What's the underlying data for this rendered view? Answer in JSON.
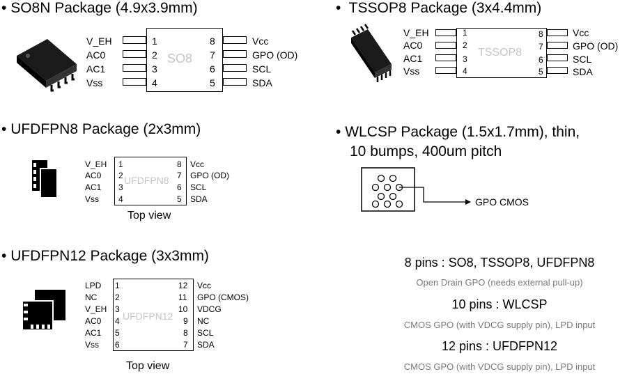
{
  "so8n": {
    "title": "SO8N Package (4.9x3.9mm)",
    "chip": "SO8",
    "left": [
      {
        "num": "1",
        "name": "V_EH"
      },
      {
        "num": "2",
        "name": "AC0"
      },
      {
        "num": "3",
        "name": "AC1"
      },
      {
        "num": "4",
        "name": "Vss"
      }
    ],
    "right": [
      {
        "num": "8",
        "name": "Vcc"
      },
      {
        "num": "7",
        "name": "GPO (OD)"
      },
      {
        "num": "6",
        "name": "SCL"
      },
      {
        "num": "5",
        "name": "SDA"
      }
    ]
  },
  "tssop8": {
    "title": "TSSOP8 Package (3x4.4mm)",
    "chip": "TSSOP8",
    "left": [
      {
        "num": "1",
        "name": "V_EH"
      },
      {
        "num": "2",
        "name": "AC0"
      },
      {
        "num": "3",
        "name": "AC1"
      },
      {
        "num": "4",
        "name": "Vss"
      }
    ],
    "right": [
      {
        "num": "8",
        "name": "Vcc"
      },
      {
        "num": "7",
        "name": "GPO (OD)"
      },
      {
        "num": "6",
        "name": "SCL"
      },
      {
        "num": "5",
        "name": "SDA"
      }
    ]
  },
  "ufdfpn8": {
    "title": "UFDFPN8 Package (2x3mm)",
    "chip": "UFDFPN8",
    "view": "Top view",
    "left": [
      {
        "num": "1",
        "name": "V_EH"
      },
      {
        "num": "2",
        "name": "AC0"
      },
      {
        "num": "3",
        "name": "AC1"
      },
      {
        "num": "4",
        "name": "Vss"
      }
    ],
    "right": [
      {
        "num": "8",
        "name": "Vcc"
      },
      {
        "num": "7",
        "name": "GPO (OD)"
      },
      {
        "num": "6",
        "name": "SCL"
      },
      {
        "num": "5",
        "name": "SDA"
      }
    ]
  },
  "wlcsp": {
    "title_line1": "WLCSP Package (1.5x1.7mm), thin,",
    "title_line2": "10 bumps, 400um pitch",
    "gpo_label": "GPO CMOS"
  },
  "ufdfpn12": {
    "title": "UFDFPN12 Package (3x3mm)",
    "chip": "UFDFPN12",
    "view": "Top view",
    "left": [
      {
        "num": "1",
        "name": "LPD"
      },
      {
        "num": "2",
        "name": "NC"
      },
      {
        "num": "3",
        "name": "V_EH"
      },
      {
        "num": "4",
        "name": "AC0"
      },
      {
        "num": "5",
        "name": "AC1"
      },
      {
        "num": "6",
        "name": "Vss"
      }
    ],
    "right": [
      {
        "num": "12",
        "name": "Vcc"
      },
      {
        "num": "11",
        "name": "GPO (CMOS)"
      },
      {
        "num": "10",
        "name": "VDCG"
      },
      {
        "num": "9",
        "name": "NC"
      },
      {
        "num": "8",
        "name": "SCL"
      },
      {
        "num": "7",
        "name": "SDA"
      }
    ]
  },
  "summary": {
    "s8_heading": "8 pins : SO8, TSSOP8, UFDFPN8",
    "s8_note": "Open Drain GPO (needs external pull-up)",
    "s10_heading": "10 pins : WLCSP",
    "s10_note": "CMOS GPO (with VDCG supply pin), LPD input",
    "s12_heading": "12 pins : UFDFPN12",
    "s12_note": "CMOS GPO (with VDCG supply pin), LPD input"
  },
  "colors": {
    "chip_label": "#c6c6c6",
    "note_text": "#7a7a7a"
  }
}
